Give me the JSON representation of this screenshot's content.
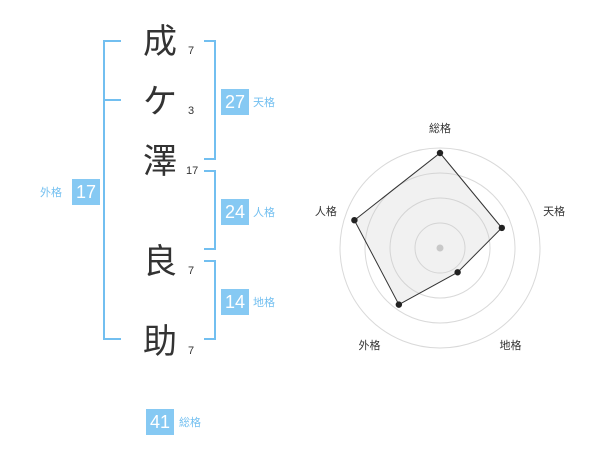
{
  "name": {
    "characters": [
      {
        "char": "成",
        "strokes": "7"
      },
      {
        "char": "ケ",
        "strokes": "3"
      },
      {
        "char": "澤",
        "strokes": "17"
      },
      {
        "char": "良",
        "strokes": "7"
      },
      {
        "char": "助",
        "strokes": "7"
      }
    ]
  },
  "scores": {
    "tenkaku": {
      "value": "27",
      "label": "天格"
    },
    "jinkaku": {
      "value": "24",
      "label": "人格"
    },
    "chikaku": {
      "value": "14",
      "label": "地格"
    },
    "gaikaku": {
      "value": "17",
      "label": "外格"
    },
    "soukaku": {
      "value": "41",
      "label": "総格"
    }
  },
  "accent_color": "#86c9f3",
  "chart_data": {
    "type": "radar",
    "axes": [
      "総格",
      "天格",
      "地格",
      "外格",
      "人格"
    ],
    "values": [
      0.95,
      0.65,
      0.3,
      0.7,
      0.9
    ],
    "range": [
      0,
      1
    ],
    "rings": 4
  }
}
